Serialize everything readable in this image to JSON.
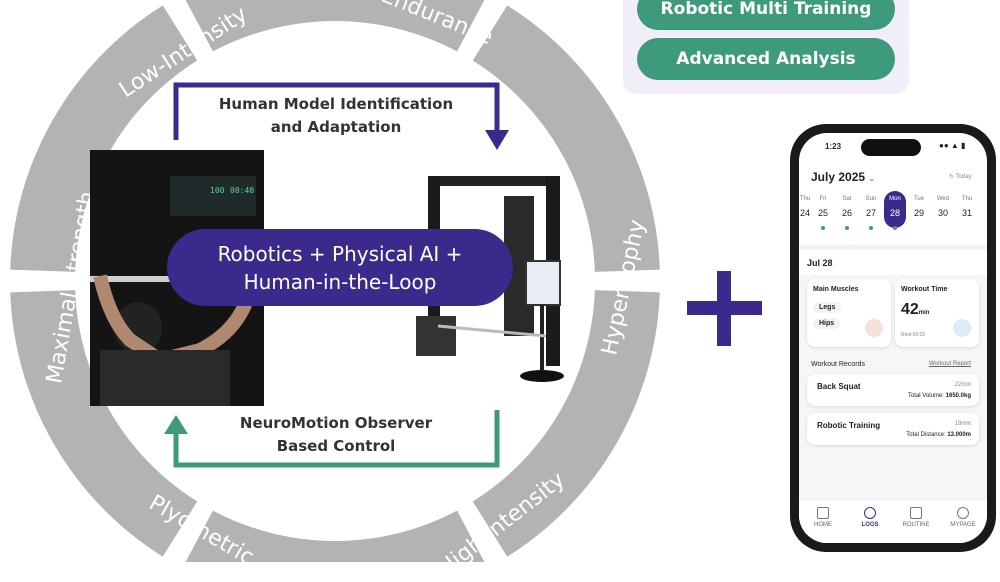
{
  "cycle": {
    "segments": [
      "Low-Intensity",
      "Endurance",
      "Hypertrophy",
      "High Intensity",
      "Plyometric",
      "Maximal Strength"
    ],
    "top_arrow_label": [
      "Human Model Identification",
      "and Adaptation"
    ],
    "bottom_arrow_label": [
      "NeuroMotion Observer",
      "Based Control"
    ],
    "center_pill": [
      "Robotics + Physical AI +",
      "Human-in-the-Loop"
    ],
    "photo_display": [
      "100",
      "00:40"
    ]
  },
  "tags": [
    "Robotic Multi Training",
    "Advanced Analysis"
  ],
  "colors": {
    "purple": "#3b2a8c",
    "green": "#3d9a7a",
    "ring_gray": "#b3b3b3"
  },
  "phone": {
    "status_time": "1:23",
    "month": "July 2025",
    "today_label": "Today",
    "days": [
      {
        "dow": "Thu",
        "date": "24"
      },
      {
        "dow": "Fri",
        "date": "25"
      },
      {
        "dow": "Sat",
        "date": "26"
      },
      {
        "dow": "Sun",
        "date": "27"
      },
      {
        "dow": "Mon",
        "date": "28"
      },
      {
        "dow": "Tue",
        "date": "29"
      },
      {
        "dow": "Wed",
        "date": "30"
      },
      {
        "dow": "Thu",
        "date": "31"
      }
    ],
    "selected_date": "Jul 28",
    "main_muscles_title": "Main Muscles",
    "muscles": [
      "Legs",
      "Hips"
    ],
    "workout_time_title": "Workout Time",
    "workout_time_value": "42",
    "workout_time_unit": "min",
    "rest": "Rest 00:02",
    "records_title": "Workout Records",
    "report_link": "Workout Report",
    "records": [
      {
        "name": "Back Squat",
        "duration": "22min",
        "total_label": "Total Volume:",
        "total_value": "1650.0kg"
      },
      {
        "name": "Robotic Training",
        "duration": "19min",
        "total_label": "Total Distance:",
        "total_value": "13.000m"
      }
    ],
    "nav": [
      "HOME",
      "LOGS",
      "ROUTINE",
      "MYPAGE"
    ]
  }
}
